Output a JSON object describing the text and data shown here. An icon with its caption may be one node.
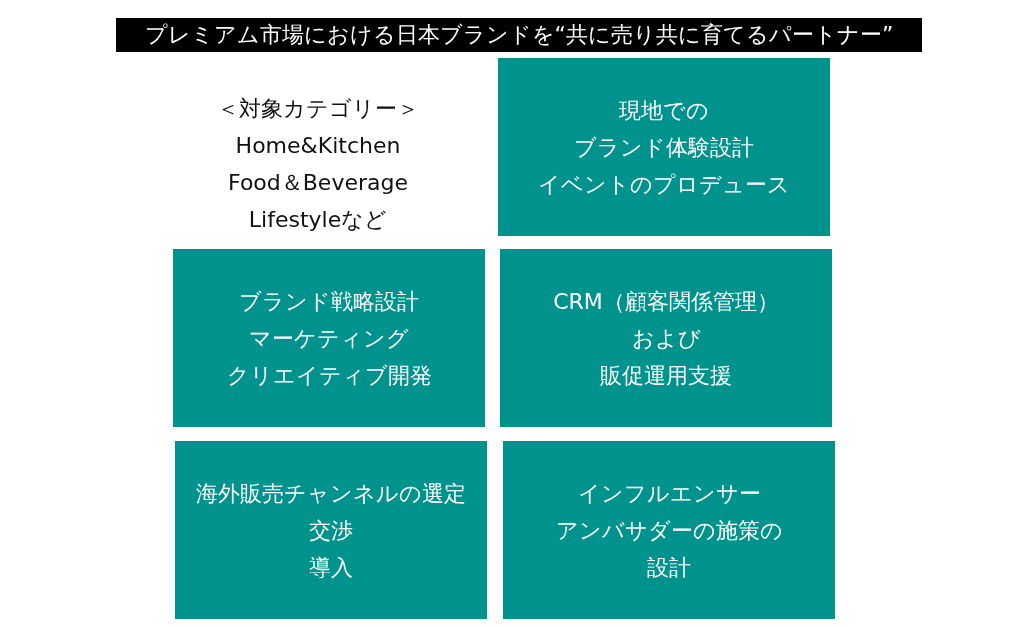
{
  "diagram": {
    "title": "プレミアム市場における日本ブランドを“共に売り共に育てるパートナー”",
    "nodes": [
      {
        "text": [
          "現地での",
          "ブランド体験設計",
          "イベントのプロデュース"
        ]
      },
      {
        "text": [
          "ブランド戦略設計",
          "マーケティング",
          "クリエイティブ開発"
        ]
      },
      {
        "text": [
          "CRM（顧客関係管理）",
          "および",
          "販促運用支援"
        ]
      },
      {
        "text": [
          "海外販売チャンネルの選定",
          "交渉",
          "導入"
        ]
      },
      {
        "text": [
          "インフルエンサー",
          "アンバサダーの施策の",
          "設計"
        ]
      }
    ],
    "labels": [
      "＜対象カテゴリー＞",
      "Home&Kitchen",
      "Food＆Beverage",
      "Lifestyleなど"
    ]
  }
}
